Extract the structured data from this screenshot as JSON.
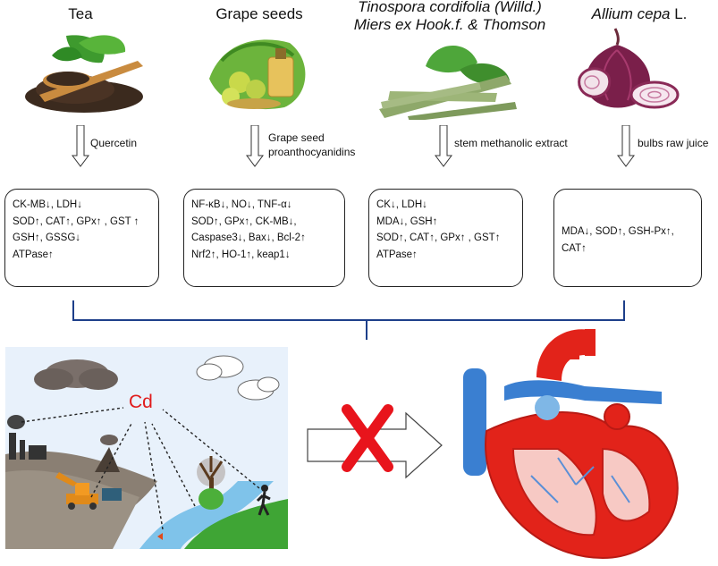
{
  "sources": [
    {
      "name": "Tea",
      "method": "Quercetin",
      "effects": [
        "CK-MB↓, LDH↓",
        "SOD↑, CAT↑, GPx↑ , GST ↑",
        "GSH↑, GSSG↓",
        "ATPase↑"
      ]
    },
    {
      "name": "Grape seeds",
      "method_line1": "Grape seed",
      "method_line2": "proanthocyanidins",
      "effects": [
        "NF-κB↓, NO↓, TNF-α↓",
        "SOD↑, GPx↑, CK-MB↓,",
        "Caspase3↓, Bax↓, Bcl-2↑",
        "Nrf2↑, HO-1↑, keap1↓"
      ]
    },
    {
      "name_line1": "Tinospora cordifolia (Willd.)",
      "name_line2": "Miers ex Hook.f. & Thomson",
      "method": "stem methanolic extract",
      "effects": [
        "CK↓, LDH↓",
        "MDA↓, GSH↑",
        "SOD↑, CAT↑, GPx↑ , GST↑",
        "ATPase↑"
      ]
    },
    {
      "name_italic": "Allium cepa",
      "name_suffix": " L.",
      "method": "bulbs raw juice",
      "effects": [
        "MDA↓, SOD↑, GSH-Px↑,",
        "CAT↑"
      ]
    }
  ],
  "pollutant": "Cd",
  "colors": {
    "cd_text": "#e01b1b",
    "cross": "#e8141c",
    "sky": "#e8f1fb",
    "river": "#7fc3ea",
    "grass": "#3fa535"
  }
}
